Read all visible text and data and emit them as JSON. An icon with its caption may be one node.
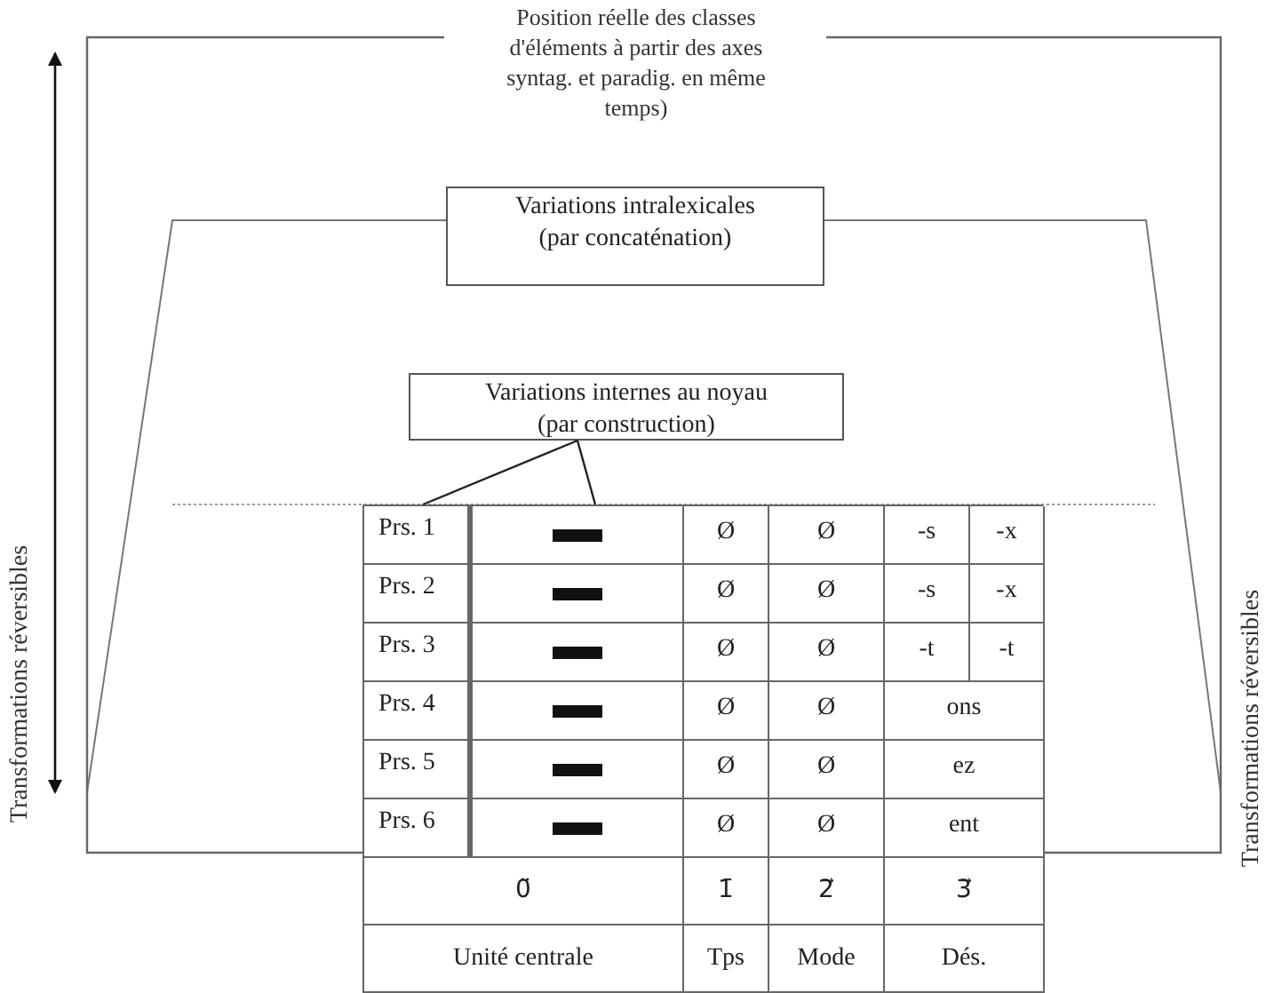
{
  "diagram": {
    "nodes": [
      {
        "text": [
          "Position réelle des classes d'éléments à partir des axes syntag. et paradig. en même temps)"
        ]
      },
      {
        "text": [
          "Variations intralexicales (par concaténation)"
        ],
        "in": 0
      },
      {
        "text": [
          "Variations internes au noyau (par construction)"
        ],
        "in": 0
      },
      {
        "text": [],
        "shape": "table"
      }
    ],
    "edges": [
      {
        "from": 2,
        "to": 3,
        "arrow": "none"
      },
      {
        "from": 2,
        "to": 3,
        "arrow": "none"
      }
    ],
    "labels": [
      "Prs. 1",
      "Ø",
      "Ø",
      "-s",
      "-x",
      "Prs. 2",
      "Ø",
      "Ø",
      "-s",
      "-x",
      "Prs. 3",
      "Ø",
      "Ø",
      "-t",
      "-t",
      "Prs. 4",
      "Ø",
      "Ø",
      "ons",
      "Prs. 5",
      "Ø",
      "Ø",
      "ez",
      "Prs. 6",
      "Ø",
      "Ø",
      "ent",
      "0̈",
      "1̄",
      "2⃗",
      "3⃗",
      "Unité centrale",
      "Tps",
      "Mode",
      "Dés.",
      "Transformations réversibles",
      "Transformations réversibles"
    ]
  }
}
